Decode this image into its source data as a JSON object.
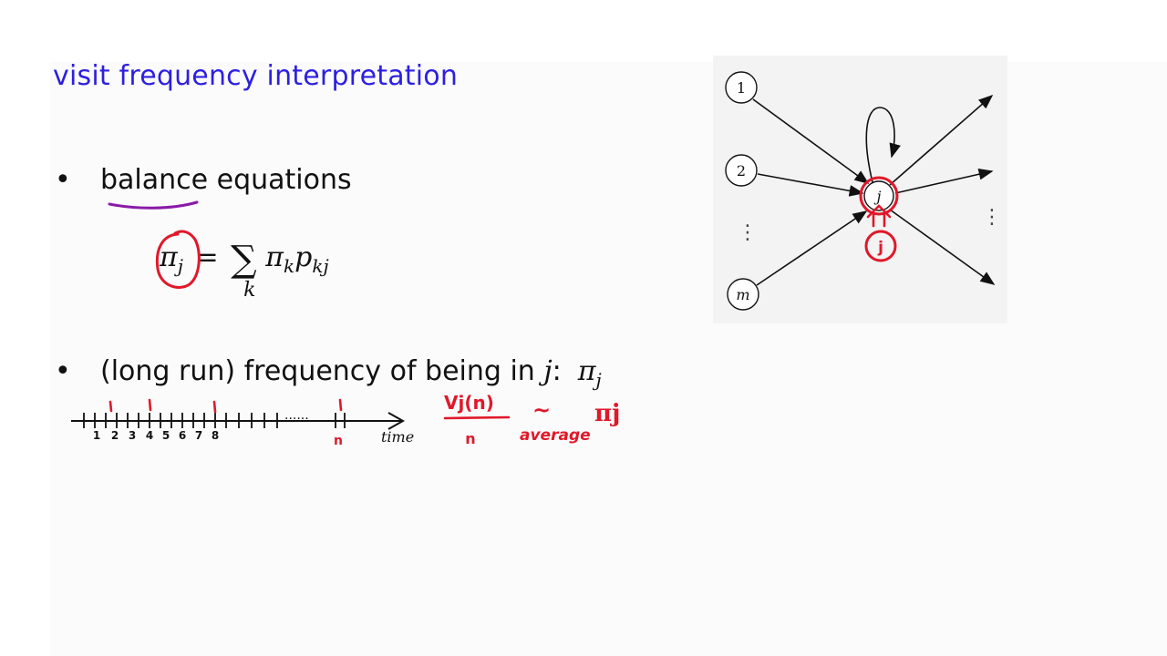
{
  "slide": {
    "title": "visit frequency interpretation",
    "bullet1": {
      "text": "balance equations"
    },
    "equation": {
      "lhs": "π",
      "lhs_sub": "j",
      "sum_sub": "k",
      "rhs": "π",
      "rhs_sub_k": "k",
      "p": "p",
      "p_sub": "kj"
    },
    "bullet2": {
      "text": "(long run) frequency of being in ",
      "var": "j",
      "colon": ":",
      "pi": "π",
      "pi_sub": "j"
    },
    "bullet_symbol": "•"
  },
  "diagram": {
    "nodes": [
      "1",
      "2",
      "m",
      "j"
    ],
    "vdots": "⋮"
  },
  "timeline": {
    "tick_labels": [
      "1",
      "2",
      "3",
      "4",
      "5",
      "6",
      "7",
      "8"
    ],
    "dots": "......",
    "axis_label": "time",
    "end_mark": "n"
  },
  "annotations": {
    "ratio_num": "Vj(n)",
    "ratio_den": "n",
    "approx": "~",
    "average": "average",
    "pi_j": "πj",
    "self_loop_label": "j"
  },
  "colors": {
    "title": "#2d1fe0",
    "ink_red": "#e0182a",
    "ink_purple": "#8a1aa8",
    "text": "#111111"
  }
}
